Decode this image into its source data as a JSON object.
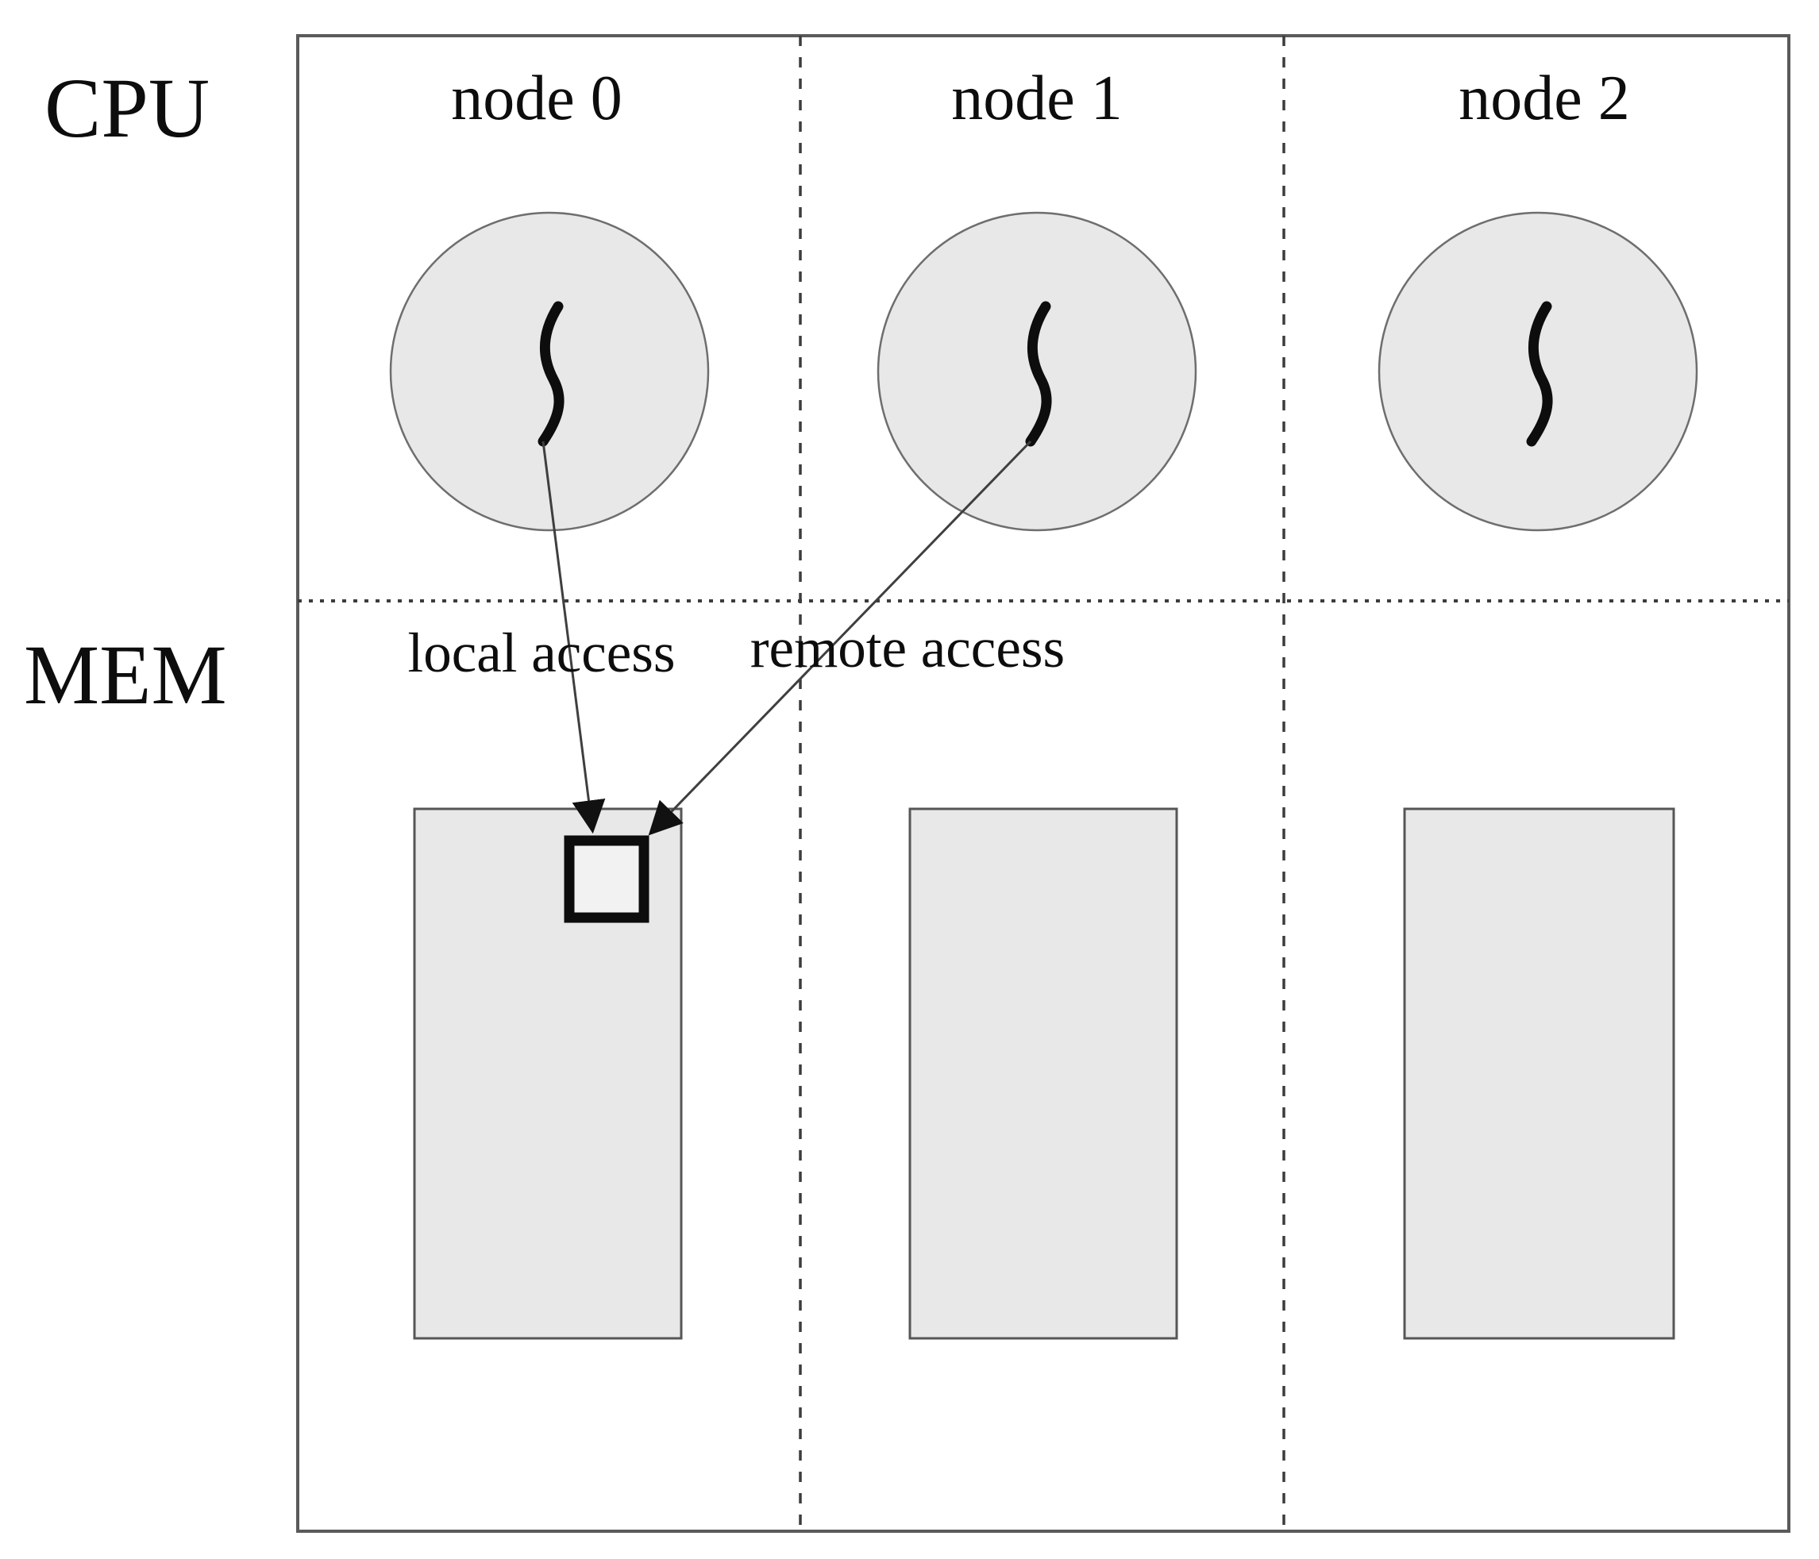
{
  "figure": {
    "row_labels": {
      "cpu": "CPU",
      "mem": "MEM"
    },
    "nodes": [
      {
        "label": "node 0"
      },
      {
        "label": "node 1"
      },
      {
        "label": "node 2"
      }
    ],
    "arrows": {
      "local": "local access",
      "remote": "remote access"
    },
    "colors": {
      "node_fill": "#e8e8e8",
      "memory_fill": "#e8e8e8",
      "frame_stroke": "#5a5a5a",
      "line_stroke": "#3f3f3f",
      "ink": "#0d0d0d"
    }
  }
}
